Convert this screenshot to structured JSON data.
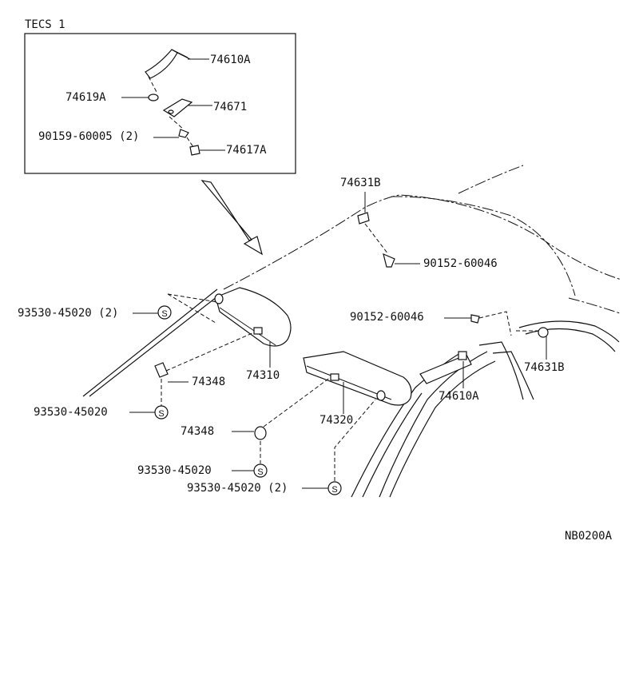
{
  "inset_title": "TECS  1",
  "figure_code": "NB0200A",
  "labels": {
    "p74610A_inset": "74610A",
    "p74619A": "74619A",
    "p74671": "74671",
    "p90159": "90159-60005 (2)",
    "p74617A": "74617A",
    "p74631B_top": "74631B",
    "p90152_upper": "90152-60046",
    "p90152_lower": "90152-60046",
    "p74631B_right": "74631B",
    "p93530_a": "93530-45020 (2)",
    "p74310": "74310",
    "p74348_left": "74348",
    "p93530_b": "93530-45020",
    "p74320": "74320",
    "p74610A_main": "74610A",
    "p74348_mid": "74348",
    "p93530_c": "93530-45020",
    "p93530_d": "93530-45020 (2)"
  },
  "screw_symbol": "S"
}
